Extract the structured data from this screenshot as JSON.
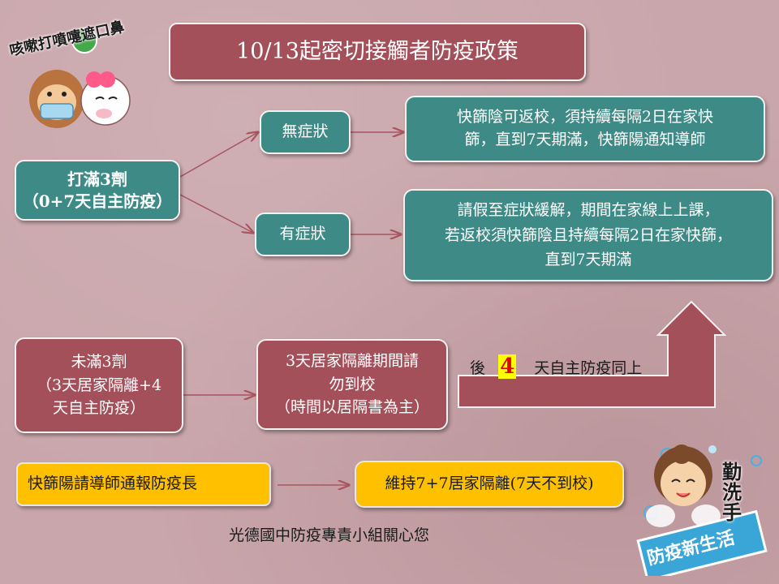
{
  "title": "10/13起密切接觸者防疫政策",
  "decor_top_left": {
    "text": "咳嗽打噴嚏遮口鼻"
  },
  "decor_bottom_right": {
    "text_top": "勤洗手",
    "text_bottom": "防疫新生活"
  },
  "full_dose": {
    "line1": "打滿3劑",
    "line2": "（0+7天自主防疫）"
  },
  "no_symptom": {
    "label": "無症狀",
    "outcome": "快篩陰可返校，須持續每隔2日在家快\n篩，直到7天期滿，快篩陽通知導師"
  },
  "symptom": {
    "label": "有症狀",
    "outcome": "請假至症狀緩解，期間在家線上上課，\n若返校須快篩陰且持續每隔2日在家快篩，\n直到7天期滿"
  },
  "partial_dose": {
    "text": "未滿3劑\n（3天居家隔離+4\n天自主防疫）"
  },
  "quarantine": {
    "text": "3天居家隔離期間請\n勿到校\n（時間以居隔書為主）"
  },
  "after": {
    "prefix": "後",
    "days": "4",
    "suffix": "天自主防疫同上"
  },
  "positive": {
    "text": "快篩陽請導師通報防疫長",
    "result": "維持7+7居家隔離(7天不到校)"
  },
  "footer": "光德國中防疫專責小組關心您"
}
